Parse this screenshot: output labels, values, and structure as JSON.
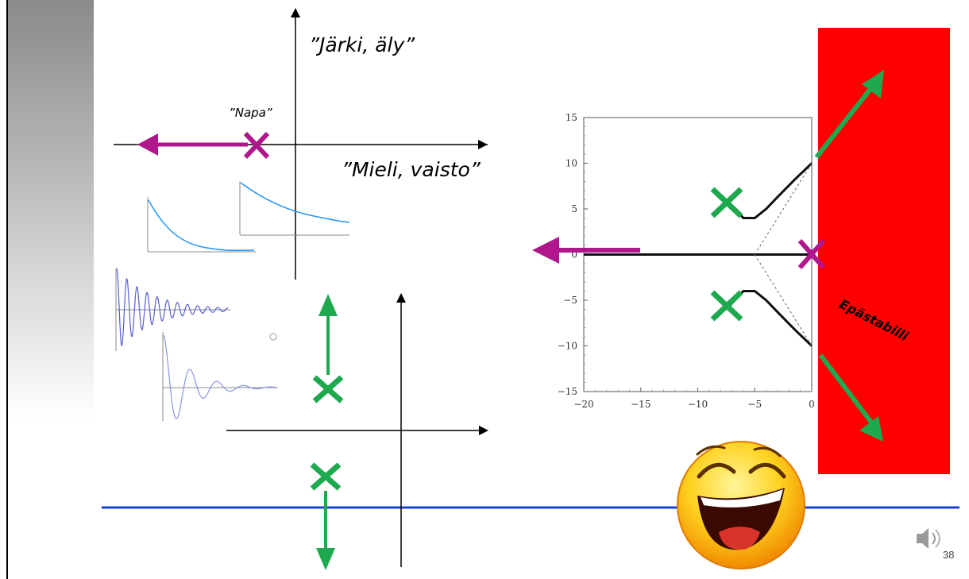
{
  "slide": {
    "label_reason": "”Järki, äly”",
    "label_instinct": "”Mieli, vaisto”",
    "label_pole": "”Napa”",
    "label_unstable": "Epästabiili",
    "page_number": "38"
  },
  "colors": {
    "pole_magenta": "#b0178c",
    "pole_green": "#1ea94f",
    "response_curve": "#2196f3",
    "oscillation": "#5560d0",
    "unstable_region": "#ff0000",
    "horizon_line": "#1a3fd6"
  },
  "icons": {
    "smiley": "laughing-smiley-icon",
    "speaker": "speaker-icon"
  },
  "chart_data": {
    "type": "line",
    "title": "",
    "xlabel": "",
    "ylabel": "",
    "xlim": [
      -20,
      0
    ],
    "ylim": [
      -15,
      15
    ],
    "x_ticks": [
      "−20",
      "−15",
      "−10",
      "−5",
      "0"
    ],
    "y_ticks": [
      "15",
      "10",
      "5",
      "0",
      "−5",
      "−10",
      "−15"
    ],
    "series": [
      {
        "values": [
          [
            -20,
            0
          ],
          [
            0,
            0
          ]
        ]
      },
      {
        "values": [
          [
            -7.5,
            6
          ],
          [
            -6,
            4
          ],
          [
            -5,
            4
          ],
          [
            -4,
            5
          ],
          [
            -3,
            6.3
          ],
          [
            -1.5,
            8.2
          ],
          [
            0,
            10
          ]
        ]
      },
      {
        "values": [
          [
            -7.5,
            -6
          ],
          [
            -6,
            -4
          ],
          [
            -5,
            -4
          ],
          [
            -4,
            -5
          ],
          [
            -3,
            -6.3
          ],
          [
            -1.5,
            -8.2
          ],
          [
            0,
            -10
          ]
        ]
      },
      {
        "values": [
          [
            -5,
            0
          ],
          [
            0,
            10
          ]
        ]
      },
      {
        "values": [
          [
            -5,
            0
          ],
          [
            0,
            -10
          ]
        ]
      }
    ],
    "poles": [
      [
        -7.5,
        5.5
      ],
      [
        -7.5,
        -5.5
      ],
      [
        0,
        0
      ]
    ]
  }
}
